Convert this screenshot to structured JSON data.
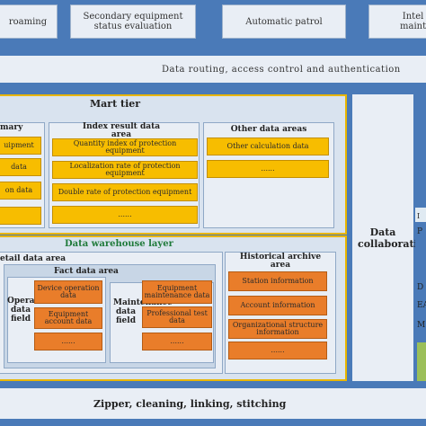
{
  "top_cards": [
    "roaming",
    "Secondary equipment\nstatus evaluation",
    "Automatic patrol",
    "Intel\nmaint"
  ],
  "routing_label": "Data routing, access control and authentication",
  "mart": {
    "title": "Mart tier",
    "summary": {
      "title": "mary",
      "items": [
        "uipment",
        "data",
        "on data",
        ""
      ]
    },
    "index": {
      "title": "Index result data area",
      "items": [
        "Quantity index of protection equipment",
        "Localization rate of protection equipment",
        "Double rate of protection equipment",
        "......"
      ]
    },
    "other": {
      "title": "Other data areas",
      "items": [
        "Other calculation data",
        "......"
      ]
    }
  },
  "warehouse": {
    "title": "Data warehouse layer",
    "detail_title": "etail data area",
    "fact": {
      "title": "Fact data area",
      "operation_field": "Operation data field",
      "operation_items": [
        "Device operation data",
        "Equipment account data",
        "......"
      ],
      "maintenance_field": "Maintenance data field",
      "maintenance_items": [
        "Equipment maintenance data",
        "Professional test data",
        "......"
      ]
    },
    "historical": {
      "title": "Historical archive area",
      "items": [
        "Station information",
        "Account information",
        "Organizational structure information",
        "......"
      ]
    }
  },
  "collaboration_label": "Data collaboration",
  "right_fragments": [
    "I",
    "P",
    "D",
    "EA",
    "M"
  ],
  "bottom_label": "Zipper, cleaning, linking, stitching"
}
